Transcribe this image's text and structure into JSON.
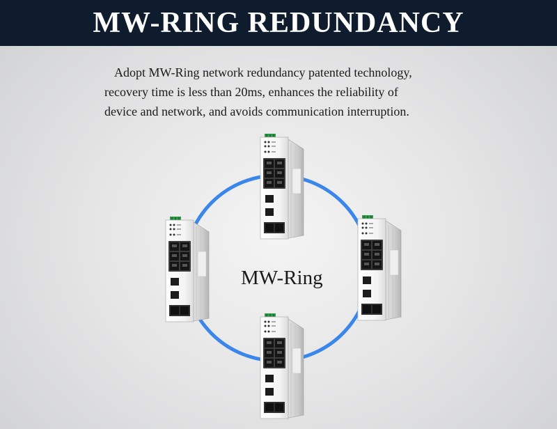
{
  "header": {
    "title": "MW-RING REDUNDANCY"
  },
  "description": {
    "lines": [
      "Adopt MW-Ring network redundancy patented technology,",
      "recovery time is less than 20ms, enhances the reliability of",
      "device and network, and avoids communication interruption."
    ]
  },
  "ring": {
    "label": "MW-Ring",
    "color": "#3b86ea"
  }
}
